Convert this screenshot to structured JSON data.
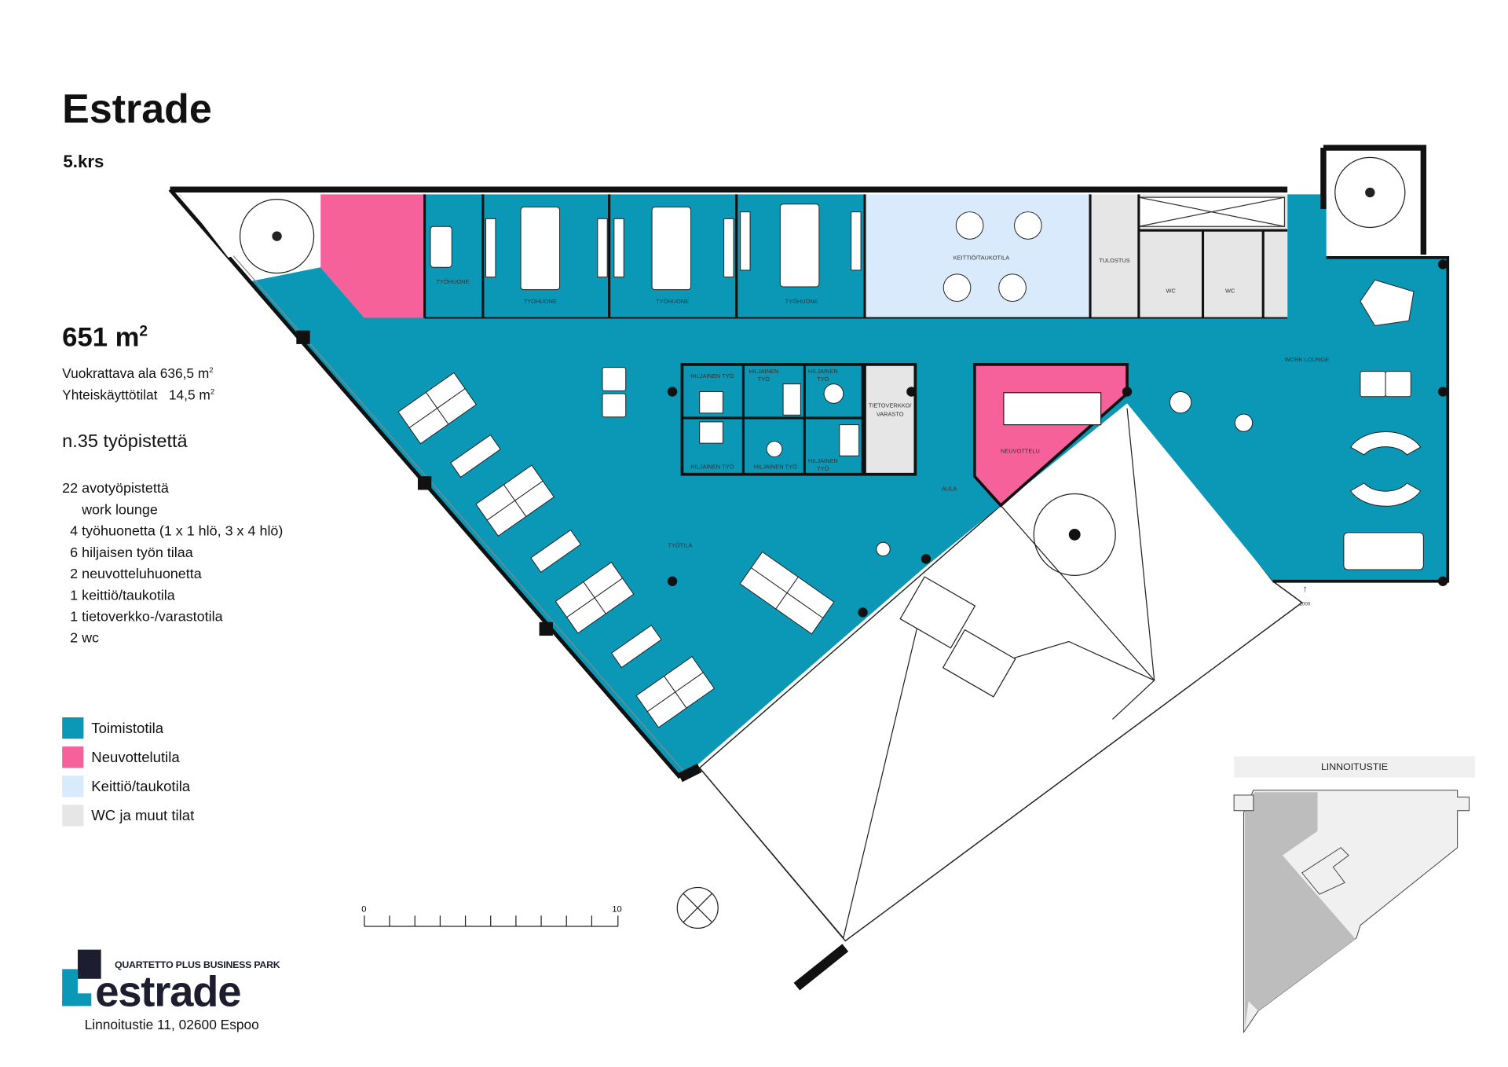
{
  "header": {
    "title": "Estrade",
    "floor": "5.krs"
  },
  "summary": {
    "total_area": "651 m",
    "total_area_sup": "2",
    "rentable_label": "Vuokrattava ala 636,5 m",
    "rentable_sup": "2",
    "shared_label": "Yhteiskäyttötilat   14,5 m",
    "shared_sup": "2",
    "workstations": "n.35 työpistettä",
    "items": [
      "22 avotyöpistettä",
      "     work lounge",
      "  4 työhuonetta (1 x 1 hlö, 3 x 4 hlö)",
      "  6 hiljaisen työn tilaa",
      "  2 neuvotteluhuonetta",
      "  1 keittiö/taukotila",
      "  1 tietoverkko-/varastotila",
      "  2 wc"
    ]
  },
  "legend": [
    {
      "label": "Toimistotila",
      "color": "#0B98B6"
    },
    {
      "label": "Neuvottelutila",
      "color": "#F7619A"
    },
    {
      "label": "Keittiö/taukotila",
      "color": "#D8EAFB"
    },
    {
      "label": "WC ja muut tilat",
      "color": "#E6E6E6"
    }
  ],
  "rooms": {
    "tyohuone": "TYÖHUONE",
    "keittio": "KEITTIÖ/TAUKOTILA",
    "tulostus": "TULOSTUS",
    "wc": "WC",
    "work_lounge": "WORK LOUNGE",
    "hiljainen": "HILJAINEN TYÖ",
    "hiljainen_1": "HILJAINEN",
    "hiljainen_2": "TYÖ",
    "tietoverkko_1": "TIETOVERKKO/",
    "tietoverkko_2": "VARASTO",
    "neuvottelu": "NEUVOTTELU",
    "aula": "AULA",
    "tyotila": "TYÖTILA",
    "door_width": "1000"
  },
  "scale_bar": {
    "start": "0",
    "end": "10"
  },
  "logo": {
    "subtitle": "QUARTETTO PLUS BUSINESS PARK",
    "name": "estrade"
  },
  "address": "Linnoitustie 11, 02600 Espoo",
  "key_map": {
    "street": "LINNOITUSTIE"
  },
  "colors": {
    "office": "#0B98B6",
    "meeting": "#F7619A",
    "kitchen": "#D8EAFB",
    "other": "#E6E6E6",
    "wall": "#111111"
  }
}
